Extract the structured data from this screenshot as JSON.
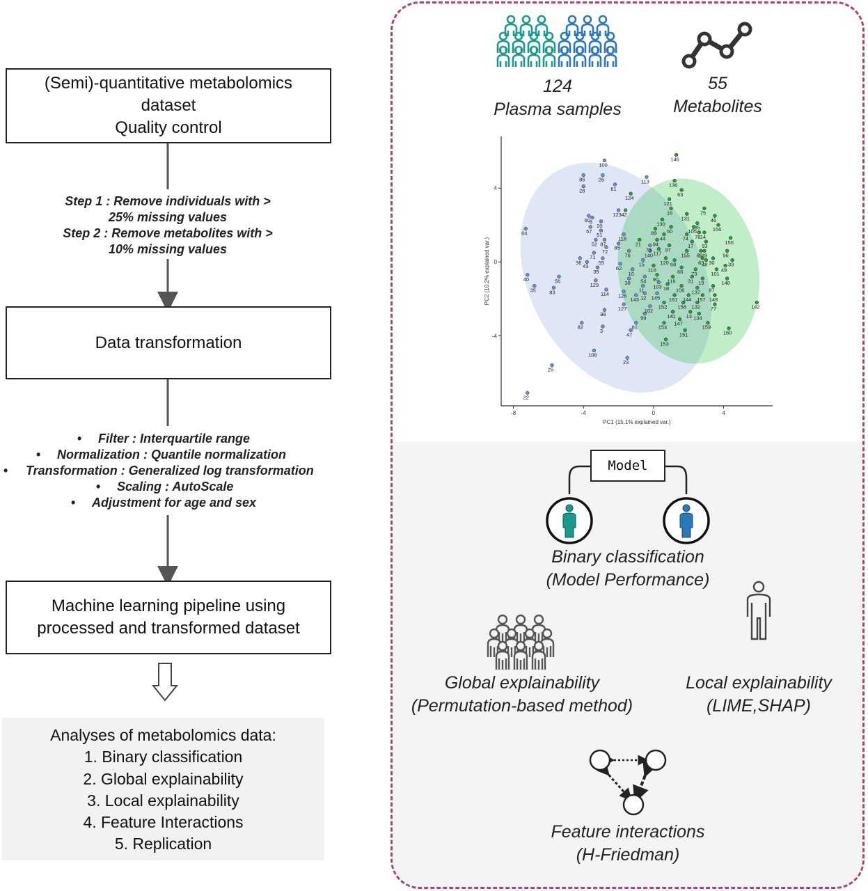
{
  "pipeline": {
    "box1": [
      "(Semi)-quantitative metabolomics",
      "dataset",
      "Quality control"
    ],
    "steps": [
      "Step 1 : Remove individuals with >",
      "25% missing values",
      "Step 2 : Remove metabolites with >",
      "10% missing values"
    ],
    "box2": [
      "Data transformation"
    ],
    "bullets": [
      "Filter : Interquartile range",
      "Normalization : Quantile normalization",
      "Transformation : Generalized log transformation",
      "Scaling : AutoScale",
      "Adjustment for age and sex"
    ],
    "box3": [
      "Machine learning pipeline using",
      "processed and transformed dataset"
    ],
    "analyses": [
      "Analyses of metabolomics data:",
      "1. Binary classification",
      "2. Global explainability",
      "3. Local explainability",
      "4. Feature Interactions",
      "5. Replication"
    ]
  },
  "panel": {
    "samples_count": "124",
    "samples_label": "Plasma samples",
    "metabolites_count": "55",
    "metabolites_label": "Metabolites",
    "model_label": "Model",
    "binary_title": "Binary classification",
    "binary_sub": "(Model Performance)",
    "global_title": "Global explainability",
    "global_sub": "(Permutation-based method)",
    "local_title": "Local explainability",
    "local_sub": "(LIME,SHAP)",
    "feature_title": "Feature interactions",
    "feature_sub": "(H-Friedman)"
  },
  "colors": {
    "teal": "#1a9a8c",
    "blue": "#2a78b8",
    "green_group": "#22a23a",
    "blue_group": "#6f8fd8",
    "panel_border": "#a8466e",
    "icon_dark": "#333333"
  },
  "chart_data": {
    "type": "scatter",
    "xlabel": "PC1 (15.1% explained var.)",
    "ylabel": "PC2 (10.2% explained var.)",
    "xlim": [
      -8.7,
      6.8
    ],
    "ylim": [
      -7.8,
      6.8
    ],
    "xticks": [
      -8,
      -4,
      0,
      4
    ],
    "yticks": [
      -4,
      0,
      4
    ],
    "grid": false,
    "legend": "none",
    "ellipses": [
      {
        "group": "blue",
        "cx": -2.15,
        "cy": -0.85,
        "rx": 4.95,
        "ry": 6.6,
        "angle": -28
      },
      {
        "group": "green",
        "cx": 2.0,
        "cy": -0.5,
        "rx": 4.0,
        "ry": 5.05,
        "angle": -10
      }
    ],
    "series": [
      {
        "group": "blue",
        "points": [
          [
            100,
            -2.8,
            5.5
          ],
          [
            86,
            -4.0,
            4.7
          ],
          [
            26,
            -2.9,
            4.7
          ],
          [
            61,
            -2.2,
            4.2
          ],
          [
            28,
            -4.0,
            4.1
          ],
          [
            64,
            -7.3,
            1.8
          ],
          [
            60,
            -3.7,
            2.5
          ],
          [
            8,
            -3.5,
            2.4
          ],
          [
            57,
            -3.6,
            1.9
          ],
          [
            20,
            -3.0,
            2.2
          ],
          [
            51,
            -3.0,
            1.7
          ],
          [
            52,
            -3.3,
            1.2
          ],
          [
            87,
            -2.8,
            1.2
          ],
          [
            71,
            -3.4,
            0.5
          ],
          [
            72,
            -2.7,
            0.8
          ],
          [
            55,
            -2.9,
            0.2
          ],
          [
            36,
            -4.2,
            0.2
          ],
          [
            43,
            -3.8,
            0.0
          ],
          [
            39,
            -3.2,
            -0.3
          ],
          [
            40,
            -7.2,
            -0.7
          ],
          [
            35,
            -6.8,
            -1.3
          ],
          [
            56,
            -5.4,
            -0.8
          ],
          [
            83,
            -5.7,
            -1.4
          ],
          [
            129,
            -3.3,
            -1.0
          ],
          [
            114,
            -2.7,
            -1.5
          ],
          [
            98,
            -2.8,
            -2.6
          ],
          [
            82,
            -4.1,
            -3.3
          ],
          [
            3,
            -2.9,
            -3.5
          ],
          [
            108,
            -3.4,
            -4.8
          ],
          [
            25,
            -5.8,
            -5.6
          ],
          [
            22,
            -7.2,
            -7.1
          ],
          [
            123,
            -2.0,
            2.8
          ],
          [
            118,
            -1.7,
            1.5
          ],
          [
            85,
            -2.0,
            1.0
          ],
          [
            76,
            -1.4,
            0.6
          ],
          [
            62,
            -1.9,
            -0.1
          ],
          [
            10,
            -1.2,
            -0.4
          ],
          [
            38,
            -1.4,
            -0.9
          ],
          [
            126,
            -1.7,
            -1.6
          ],
          [
            143,
            -1.0,
            -1.8
          ],
          [
            127,
            -1.7,
            -2.3
          ],
          [
            47,
            -1.3,
            -3.7
          ],
          [
            23,
            -1.5,
            -5.2
          ],
          [
            81,
            -1.0,
            -3.3
          ],
          [
            11,
            -0.6,
            -1.3
          ],
          [
            12,
            -0.5,
            -1.7
          ],
          [
            99,
            -0.5,
            -2.8
          ],
          [
            102,
            -0.2,
            -2.4
          ],
          [
            54,
            -0.5,
            -0.8
          ],
          [
            103,
            0.3,
            -1.1
          ],
          [
            113,
            -0.4,
            4.6
          ],
          [
            145,
            0.2,
            -1.7
          ],
          [
            140,
            -0.2,
            0.6
          ],
          [
            15,
            -0.6,
            0.1
          ],
          [
            79,
            -0.2,
            0.9
          ]
        ]
      },
      {
        "group": "green",
        "points": [
          [
            146,
            1.3,
            5.8
          ],
          [
            136,
            1.2,
            4.4
          ],
          [
            63,
            1.6,
            3.9
          ],
          [
            124,
            -1.3,
            3.7
          ],
          [
            121,
            0.9,
            3.4
          ],
          [
            16,
            1.0,
            2.9
          ],
          [
            131,
            1.9,
            2.6
          ],
          [
            75,
            2.9,
            2.9
          ],
          [
            46,
            3.5,
            2.5
          ],
          [
            156,
            3.7,
            2.0
          ],
          [
            135,
            2.5,
            2.1
          ],
          [
            130,
            0.5,
            2.3
          ],
          [
            105,
            2.3,
            1.9
          ],
          [
            50,
            1.0,
            1.9
          ],
          [
            89,
            0.1,
            1.8
          ],
          [
            78,
            2.6,
            1.6
          ],
          [
            14,
            2.9,
            1.6
          ],
          [
            74,
            1.9,
            1.5
          ],
          [
            44,
            0.6,
            1.5
          ],
          [
            94,
            0.2,
            1.2
          ],
          [
            21,
            -0.8,
            1.2
          ],
          [
            93,
            3.0,
            1.1
          ],
          [
            17,
            2.2,
            1.1
          ],
          [
            150,
            4.4,
            1.3
          ],
          [
            97,
            0.9,
            0.9
          ],
          [
            117,
            0.3,
            0.7
          ],
          [
            155,
            1.9,
            0.6
          ],
          [
            69,
            2.7,
            0.6
          ],
          [
            139,
            2.9,
            0.6
          ],
          [
            96,
            4.2,
            0.6
          ],
          [
            120,
            0.7,
            0.2
          ],
          [
            68,
            1.2,
            0.1
          ],
          [
            63,
            2.8,
            0.2
          ],
          [
            48,
            3.0,
            0.1
          ],
          [
            30,
            3.4,
            0.2
          ],
          [
            33,
            4.5,
            0.1
          ],
          [
            116,
            0.0,
            -0.2
          ],
          [
            66,
            1.6,
            -0.3
          ],
          [
            73,
            2.4,
            -0.4
          ],
          [
            101,
            3.6,
            -0.4
          ],
          [
            49,
            4.1,
            -0.2
          ],
          [
            90,
            0.2,
            -0.7
          ],
          [
            119,
            1.1,
            -0.8
          ],
          [
            31,
            2.2,
            -0.8
          ],
          [
            19,
            2.8,
            -0.9
          ],
          [
            148,
            4.2,
            -0.9
          ],
          [
            18,
            0.8,
            -1.2
          ],
          [
            106,
            1.6,
            -1.3
          ],
          [
            137,
            2.5,
            -1.4
          ],
          [
            87,
            3.4,
            -1.3
          ],
          [
            161,
            1.2,
            -1.8
          ],
          [
            144,
            2.0,
            -1.8
          ],
          [
            157,
            2.8,
            -1.8
          ],
          [
            149,
            3.5,
            -1.8
          ],
          [
            152,
            0.6,
            -2.2
          ],
          [
            158,
            1.7,
            -2.2
          ],
          [
            132,
            2.5,
            -2.2
          ],
          [
            77,
            3.5,
            -2.3
          ],
          [
            142,
            5.9,
            -2.2
          ],
          [
            141,
            1.1,
            -2.7
          ],
          [
            13,
            2.1,
            -2.7
          ],
          [
            134,
            2.6,
            -2.8
          ],
          [
            147,
            1.5,
            -3.1
          ],
          [
            154,
            0.6,
            -3.3
          ],
          [
            159,
            3.1,
            -3.3
          ],
          [
            160,
            4.3,
            -3.6
          ],
          [
            151,
            1.8,
            -3.7
          ],
          [
            153,
            0.7,
            -4.2
          ],
          [
            4,
            1.1,
            -2.7
          ],
          [
            42,
            -1.6,
            2.8
          ]
        ]
      }
    ]
  }
}
